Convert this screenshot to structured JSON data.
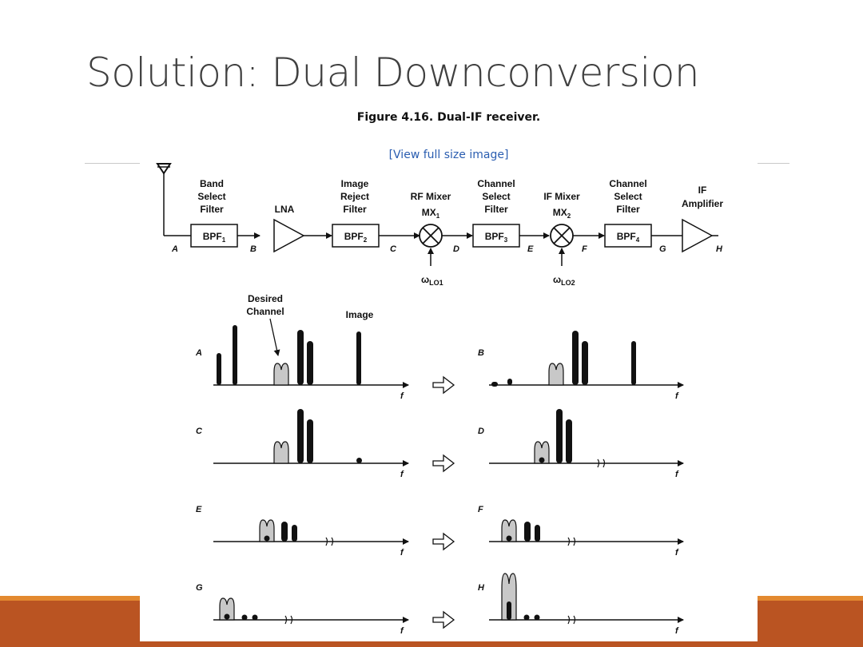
{
  "slide": {
    "title": "Solution: Dual Downconversion"
  },
  "figure": {
    "caption": "Figure 4.16. Dual-IF receiver.",
    "link": "[View full size image]"
  },
  "chain": {
    "band_select": [
      "Band",
      "Select",
      "Filter"
    ],
    "lna": "LNA",
    "image_reject": [
      "Image",
      "Reject",
      "Filter"
    ],
    "rf_mixer": "RF Mixer",
    "if_mixer": "IF Mixer",
    "channel_select": [
      "Channel",
      "Select",
      "Filter"
    ],
    "if_amp": [
      "IF",
      "Amplifier"
    ],
    "bpf_base": "BPF",
    "bpf_subs": [
      "1",
      "2",
      "3",
      "4"
    ],
    "mx_base": "MX",
    "mx_subs": [
      "1",
      "2"
    ],
    "omega": "ω",
    "lo_subs": [
      "LO1",
      "LO2"
    ],
    "nodes": [
      "A",
      "B",
      "C",
      "D",
      "E",
      "F",
      "G",
      "H"
    ]
  },
  "spectra": {
    "desired_channel": [
      "Desired",
      "Channel"
    ],
    "image": "Image",
    "axis_label": "f"
  }
}
